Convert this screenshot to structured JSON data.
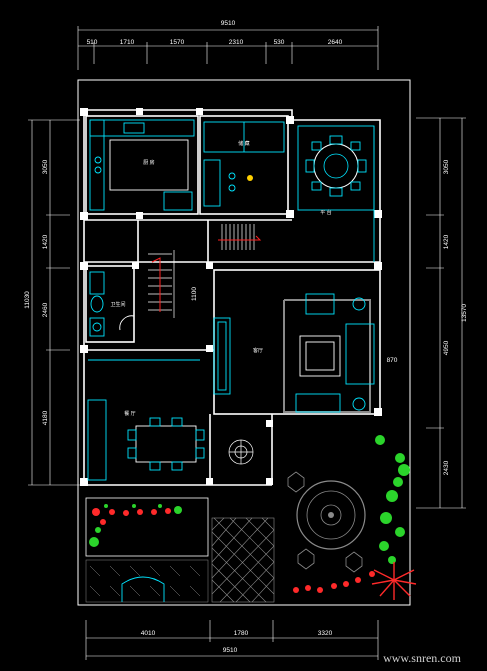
{
  "drawing": {
    "colors": {
      "background": "#000000",
      "wall": "#ffffff",
      "furniture": "#00e5ff",
      "stair": "#ff2020",
      "plant_green": "#2bd42b",
      "plant_red": "#ff2a2a",
      "paving": "#8a8a8a",
      "dimension": "#ffffff",
      "fixture_yellow": "#ffd000"
    },
    "dimensions": {
      "top_total": "9510",
      "top_segments": [
        "510",
        "1710",
        "1570",
        "2310",
        "530",
        "2640"
      ],
      "bottom_segments": [
        "4010",
        "1780",
        "3320"
      ],
      "bottom_total": "9510",
      "left_total": "11030",
      "left_segments": [
        "3050",
        "1420",
        "2460",
        "4180"
      ],
      "right_segments": [
        "3050",
        "1420",
        "4950",
        "2430"
      ],
      "right_total": "13570",
      "side_offset": "870",
      "stair_width": "1100"
    },
    "rooms": {
      "kitchen": "厨 房",
      "storage": "储 藏",
      "bathroom": "卫生间",
      "living": "客厅",
      "dining": "餐 厅",
      "terrace": "平 台"
    },
    "watermark": "www.snren.com"
  }
}
